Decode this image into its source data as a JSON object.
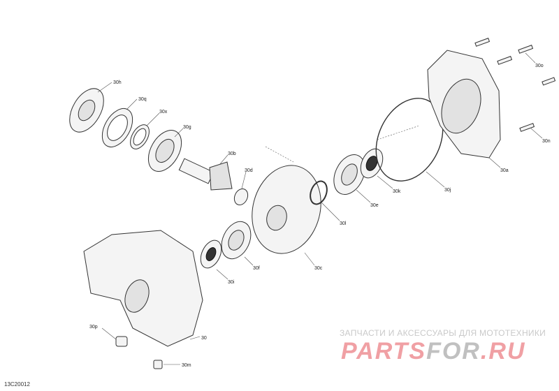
{
  "diagram": {
    "code": "13C20012",
    "labels": [
      "30h",
      "30q",
      "30x",
      "30g",
      "30b",
      "30d",
      "30k",
      "30l",
      "30e",
      "30j",
      "30o",
      "30a",
      "30n",
      "30f",
      "30c",
      "30i",
      "30p",
      "30",
      "30m"
    ]
  },
  "watermark": {
    "caption": "ЗАПЧАСТИ И АКСЕССУАРЫ ДЛЯ МОТОТЕХНИКИ",
    "logo_part1": "PARTS",
    "logo_part2": "FOR",
    "logo_part3": ".RU"
  }
}
